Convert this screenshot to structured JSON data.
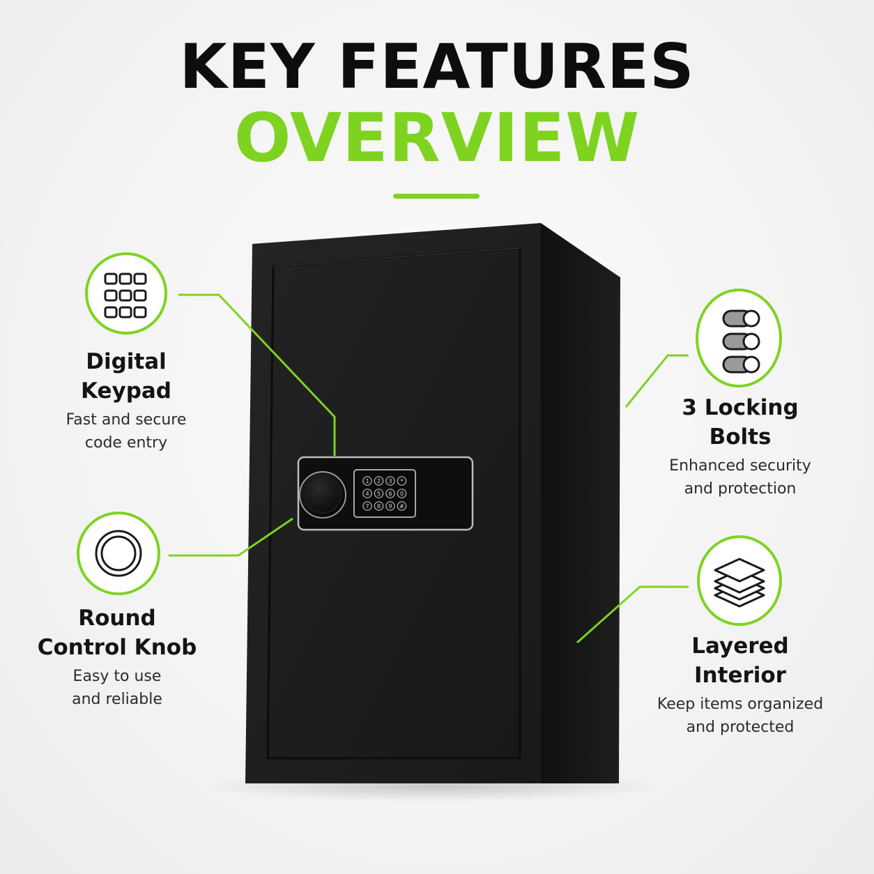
{
  "header": {
    "title_line1": "KEY FEATURES",
    "title_line2": "OVERVIEW"
  },
  "colors": {
    "accent": "#7ed321",
    "safe_body": "#1b1b1b",
    "text_dark": "#141414"
  },
  "features": [
    {
      "icon": "keypad-icon",
      "title": "Digital\nKeypad",
      "description": "Fast and secure\ncode entry"
    },
    {
      "icon": "ring-icon",
      "title": "Round\nControl Knob",
      "description": "Easy to use\nand reliable"
    },
    {
      "icon": "bolts-icon",
      "title": "3 Locking Bolts",
      "description": "Enhanced security\nand protection"
    },
    {
      "icon": "layers-icon",
      "title": "Layered\nInterior",
      "description": "Keep items organized\nand protected"
    }
  ],
  "keypad_keys": [
    "1",
    "2",
    "3",
    "*",
    "4",
    "5",
    "6",
    "0",
    "7",
    "8",
    "9",
    "#"
  ]
}
